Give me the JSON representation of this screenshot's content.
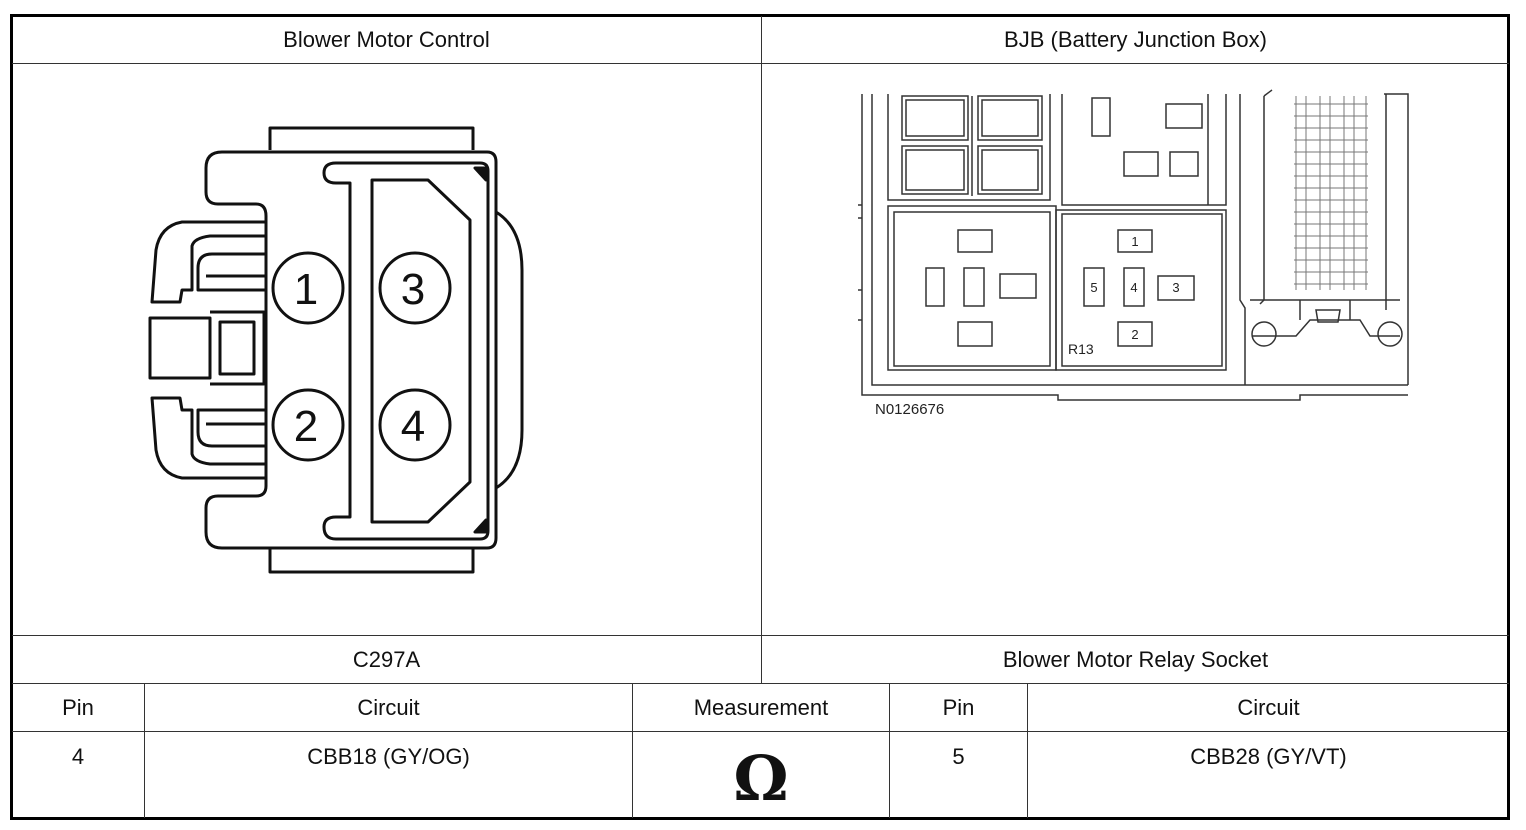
{
  "headers": {
    "left": "Blower Motor Control",
    "right": "BJB (Battery Junction Box)"
  },
  "left_connector": {
    "name": "C297A",
    "pins": [
      "1",
      "2",
      "3",
      "4"
    ]
  },
  "right_connector": {
    "name": "Blower Motor Relay Socket",
    "relay_label": "R13",
    "figure_id": "N0126676",
    "socket_pins": [
      "1",
      "2",
      "3",
      "4",
      "5"
    ]
  },
  "table": {
    "columns": [
      "Pin",
      "Circuit",
      "Measurement",
      "Pin",
      "Circuit"
    ],
    "row": {
      "pin_a": "4",
      "circuit_a": "CBB18 (GY/OG)",
      "measurement": "Ω",
      "pin_b": "5",
      "circuit_b": "CBB28 (GY/VT)"
    }
  }
}
